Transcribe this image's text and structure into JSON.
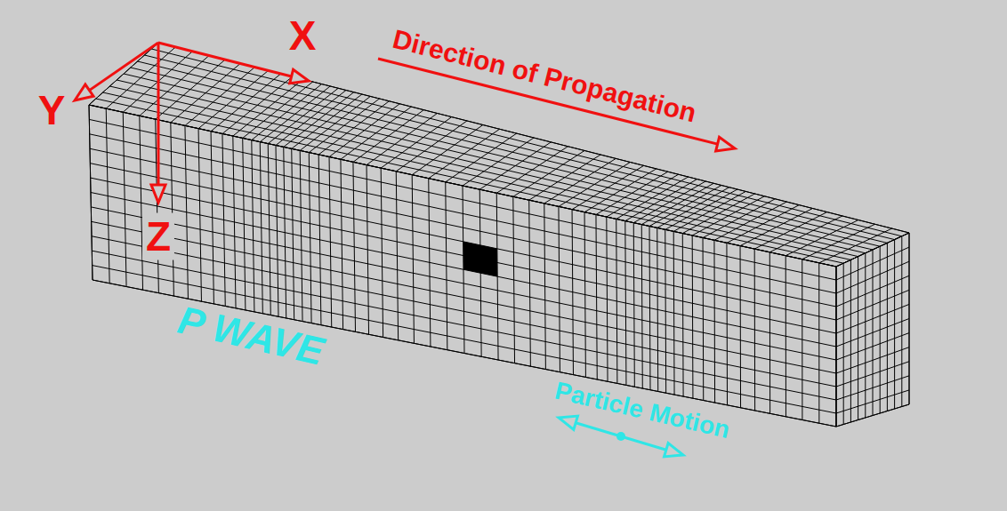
{
  "diagram": {
    "labels": [
      "X",
      "Y",
      "Z",
      "Direction of Propagation",
      "P WAVE",
      "Particle Motion"
    ]
  }
}
